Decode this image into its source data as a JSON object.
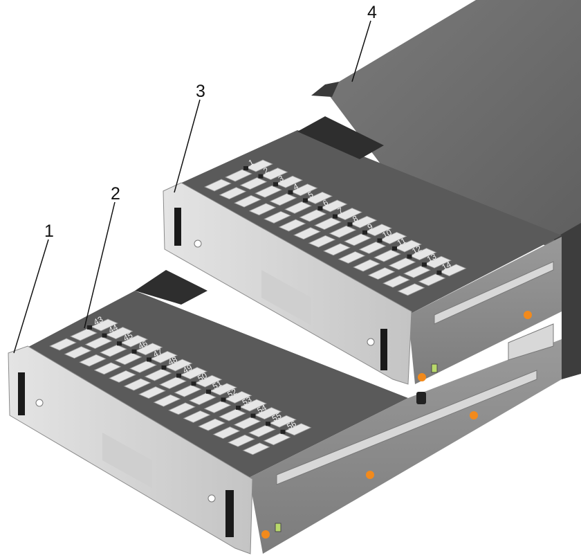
{
  "figure": {
    "callouts": [
      "1",
      "2",
      "3",
      "4"
    ],
    "top_drawer_slots": [
      "1",
      "2",
      "3",
      "4",
      "5",
      "6",
      "7",
      "8",
      "9",
      "10",
      "11",
      "12",
      "13",
      "14"
    ],
    "bottom_drawer_slots": [
      "43",
      "44",
      "45",
      "46",
      "47",
      "48",
      "49",
      "50",
      "51",
      "52",
      "53",
      "54",
      "55",
      "56"
    ],
    "colors": {
      "chassis_top": "#6a6a6a",
      "chassis_side": "#4a4a4a",
      "panel": "#d6d6d6",
      "led_orange": "#f28a1c",
      "led_green": "#b9d96b"
    }
  }
}
